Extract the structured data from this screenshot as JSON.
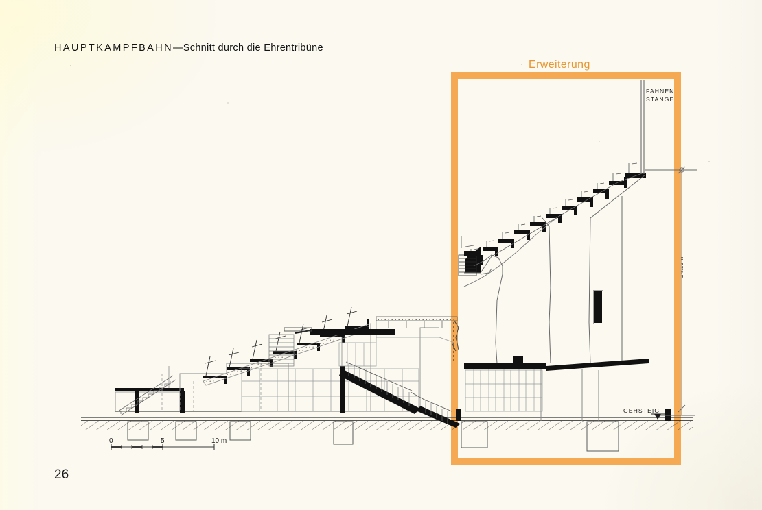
{
  "page": {
    "number": "26",
    "paper_color": "#fbf9f0",
    "ink_color": "#1a1a1a",
    "accent_color": "#f5a952"
  },
  "title": {
    "main": "HAUPTKAMPFBAHN",
    "dash": "—",
    "subtitle": "Schnitt durch die Ehrentribüne"
  },
  "annotations": {
    "erweiterung": "Erweiterung",
    "fahnenstange_line1": "FAHNEN -",
    "fahnenstange_line2": "STANGE",
    "gehsteig": "GEHSTEIG",
    "height_dimension": "24.13 m"
  },
  "scale_bar": {
    "start": "0",
    "middle": "5",
    "end": "10 m",
    "unit": "m",
    "subdivisions": 10
  },
  "drawing": {
    "type": "architectural-section",
    "subject": "Ehrentribüne (grandstand of honour), Hauptkampfbahn main stadium",
    "highlight_box_label": "Erweiterung"
  }
}
